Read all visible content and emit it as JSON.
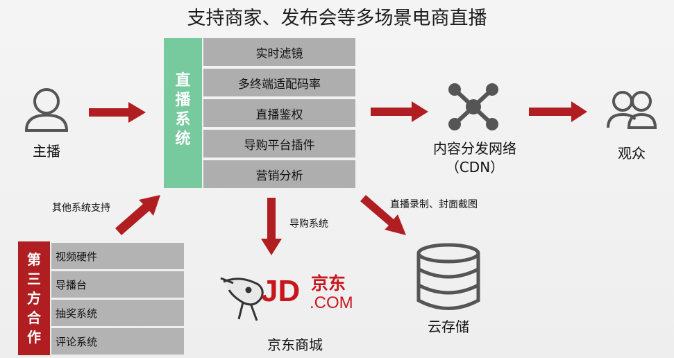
{
  "title": "支持商家、发布会等多场景电商直播",
  "anchor": {
    "label": "主播",
    "icon": "person-icon"
  },
  "live_system": {
    "label": "直播系统",
    "color": "#77c99e",
    "features": [
      "实时滤镜",
      "多终端适配码率",
      "直播鉴权",
      "导购平台插件",
      "营销分析"
    ]
  },
  "cdn": {
    "label_line1": "内容分发网络",
    "label_line2": "（CDN）",
    "icon": "network-hub-icon"
  },
  "audience": {
    "label": "观众",
    "icon": "users-icon"
  },
  "third_party": {
    "label": "第三方合作",
    "color": "#b01e22",
    "items": [
      "视频硬件",
      "导播台",
      "抽奖系统",
      "评论系统"
    ],
    "arrow_label": "其他系统支持"
  },
  "jd": {
    "label": "京东商城",
    "arrow_label": "导购系统",
    "logo_text_jd": "JD",
    "logo_text_cn": "京东",
    "logo_text_com": ".COM",
    "logo_color": "#c8161d"
  },
  "cloud": {
    "label": "云存储",
    "arrow_label": "直播录制、封面截图",
    "icon": "database-icon"
  },
  "arrow_color": "#b01e22"
}
